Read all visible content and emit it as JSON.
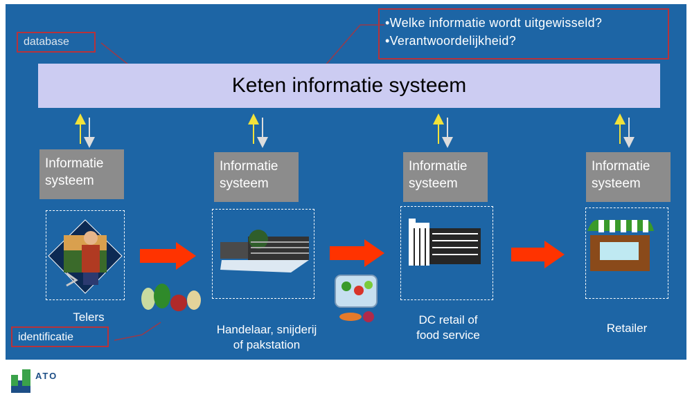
{
  "database_tag": "database",
  "questions": [
    "•Welke informatie wordt uitgewisseld?",
    "•Verantwoordelijkheid?"
  ],
  "chain_system": "Keten informatie systeem",
  "info_system_line1": "Informatie",
  "info_system_line2": "systeem",
  "stages": [
    {
      "icon": "farmer-icon",
      "label_line1": "Telers",
      "label_line2": ""
    },
    {
      "icon": "factory-building-icon",
      "label_line1": "Handelaar, snijderij",
      "label_line2": "of pakstation"
    },
    {
      "icon": "office-building-icon",
      "label_line1": "DC retail of",
      "label_line2": "food service"
    },
    {
      "icon": "shop-icon",
      "label_line1": "Retailer",
      "label_line2": ""
    }
  ],
  "identification_tag": "identificatie",
  "logo_text": "ATO",
  "colors": {
    "background": "#1d65a5",
    "chain_bar": "#ccccf2",
    "info_box": "#8c8c8c",
    "flow_arrow": "#ff3300",
    "up_arrow": "#f2e23a",
    "callout_border": "#b8323a"
  }
}
